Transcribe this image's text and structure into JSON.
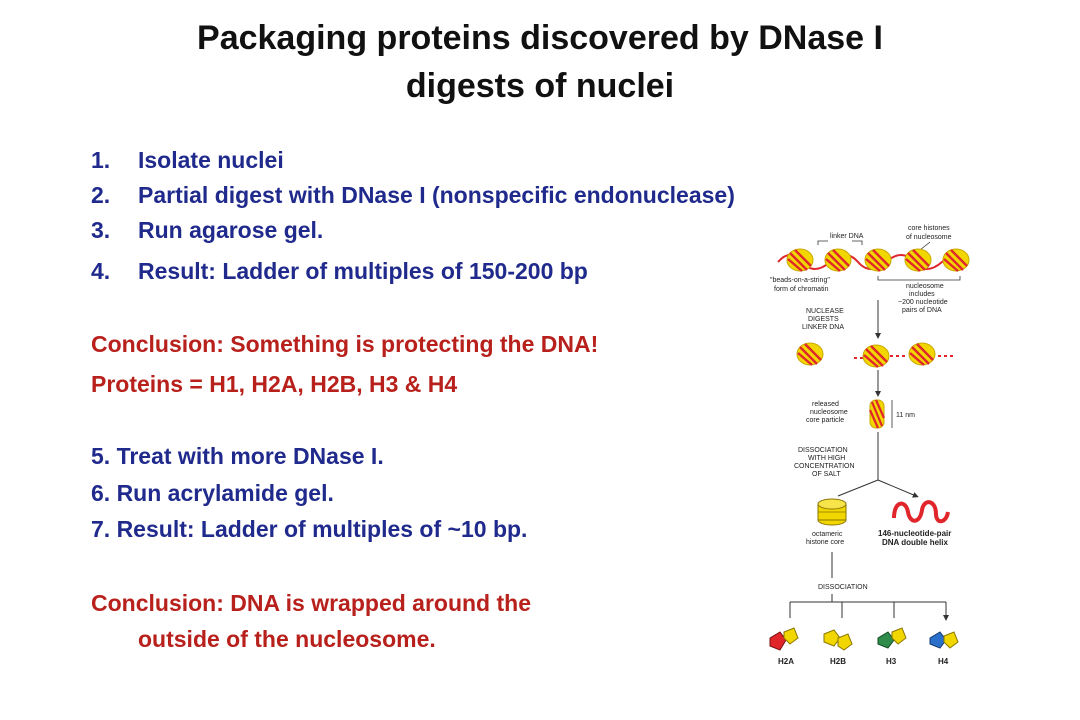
{
  "title_line1": "Packaging proteins discovered by DNase I",
  "title_line2": "digests of nuclei",
  "steps": [
    {
      "num": "1.",
      "text": "Isolate nuclei"
    },
    {
      "num": "2.",
      "text": "Partial digest with DNase I (nonspecific endonuclease)"
    },
    {
      "num": "3.",
      "text": "Run agarose gel."
    },
    {
      "num": "4.",
      "text": "Result: Ladder of multiples of 150-200 bp"
    }
  ],
  "conclusion1": "Conclusion: Something is protecting the DNA!",
  "proteins": "Proteins = H1, H2A, H2B, H3 & H4",
  "steps2": [
    "5. Treat with more DNase I.",
    "6. Run acrylamide gel.",
    "7. Result: Ladder of multiples of ~10 bp."
  ],
  "conclusion2_line1": "Conclusion: DNA is wrapped around the",
  "conclusion2_line2": "outside of the nucleosome.",
  "figure": {
    "linker_dna": "linker DNA",
    "core_histones_1": "core histones",
    "core_histones_2": "of nucleosome",
    "beads_1": "\"beads-on-a-string\"",
    "beads_2": "form of chromatin",
    "nucleosome_includes_1": "nucleosome",
    "nucleosome_includes_2": "includes",
    "nucleosome_includes_3": "~200 nucleotide",
    "nucleosome_includes_4": "pairs of DNA",
    "nuclease_1": "NUCLEASE",
    "nuclease_2": "DIGESTS",
    "nuclease_3": "LINKER DNA",
    "released_1": "released",
    "released_2": "nucleosome",
    "released_3": "core particle",
    "size_label": "11 nm",
    "dissociation_1": "DISSOCIATION",
    "dissociation_2": "WITH HIGH",
    "dissociation_3": "CONCENTRATION",
    "dissociation_4": "OF SALT",
    "octameric_1": "octameric",
    "octameric_2": "histone core",
    "dna_pair_1": "146-nucleotide-pair",
    "dna_pair_2": "DNA double helix",
    "dissociation_final": "DISSOCIATION",
    "histones": [
      "H2A",
      "H2B",
      "H3",
      "H4"
    ],
    "colors": {
      "histone_yellow": "#f2d600",
      "dna_red": "#e0262b",
      "h3_green": "#2e8b4a",
      "h4_blue": "#2a6fc9"
    }
  }
}
